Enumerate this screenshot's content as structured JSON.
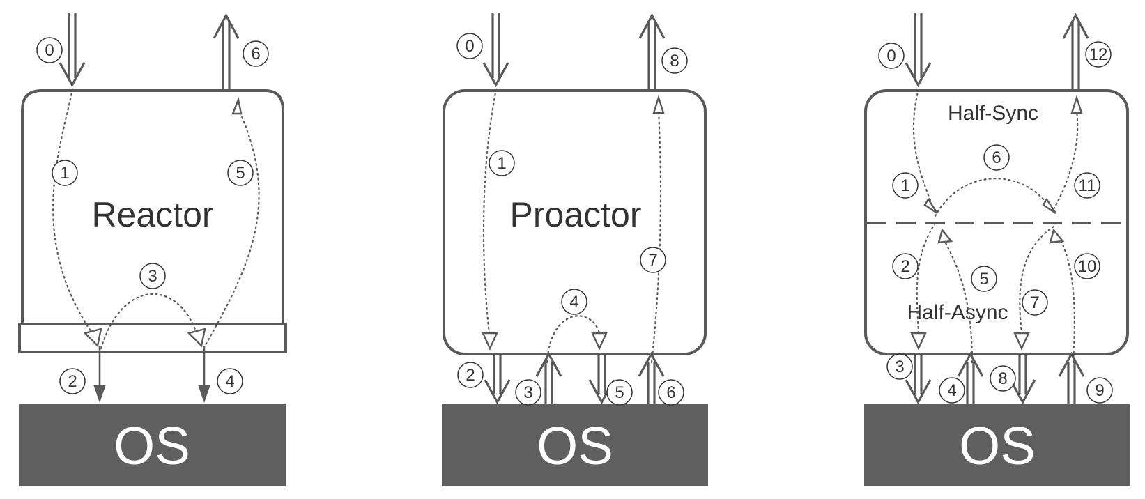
{
  "reactor": {
    "title": "Reactor",
    "os": "OS",
    "steps": [
      "0",
      "1",
      "2",
      "3",
      "4",
      "5",
      "6"
    ]
  },
  "proactor": {
    "title": "Proactor",
    "os": "OS",
    "steps": [
      "0",
      "1",
      "2",
      "3",
      "4",
      "5",
      "6",
      "7",
      "8"
    ]
  },
  "halfsync": {
    "sync_label": "Half-Sync",
    "async_label": "Half-Async",
    "os": "OS",
    "steps": [
      "0",
      "1",
      "2",
      "3",
      "4",
      "5",
      "6",
      "7",
      "8",
      "9",
      "10",
      "11",
      "12"
    ]
  }
}
